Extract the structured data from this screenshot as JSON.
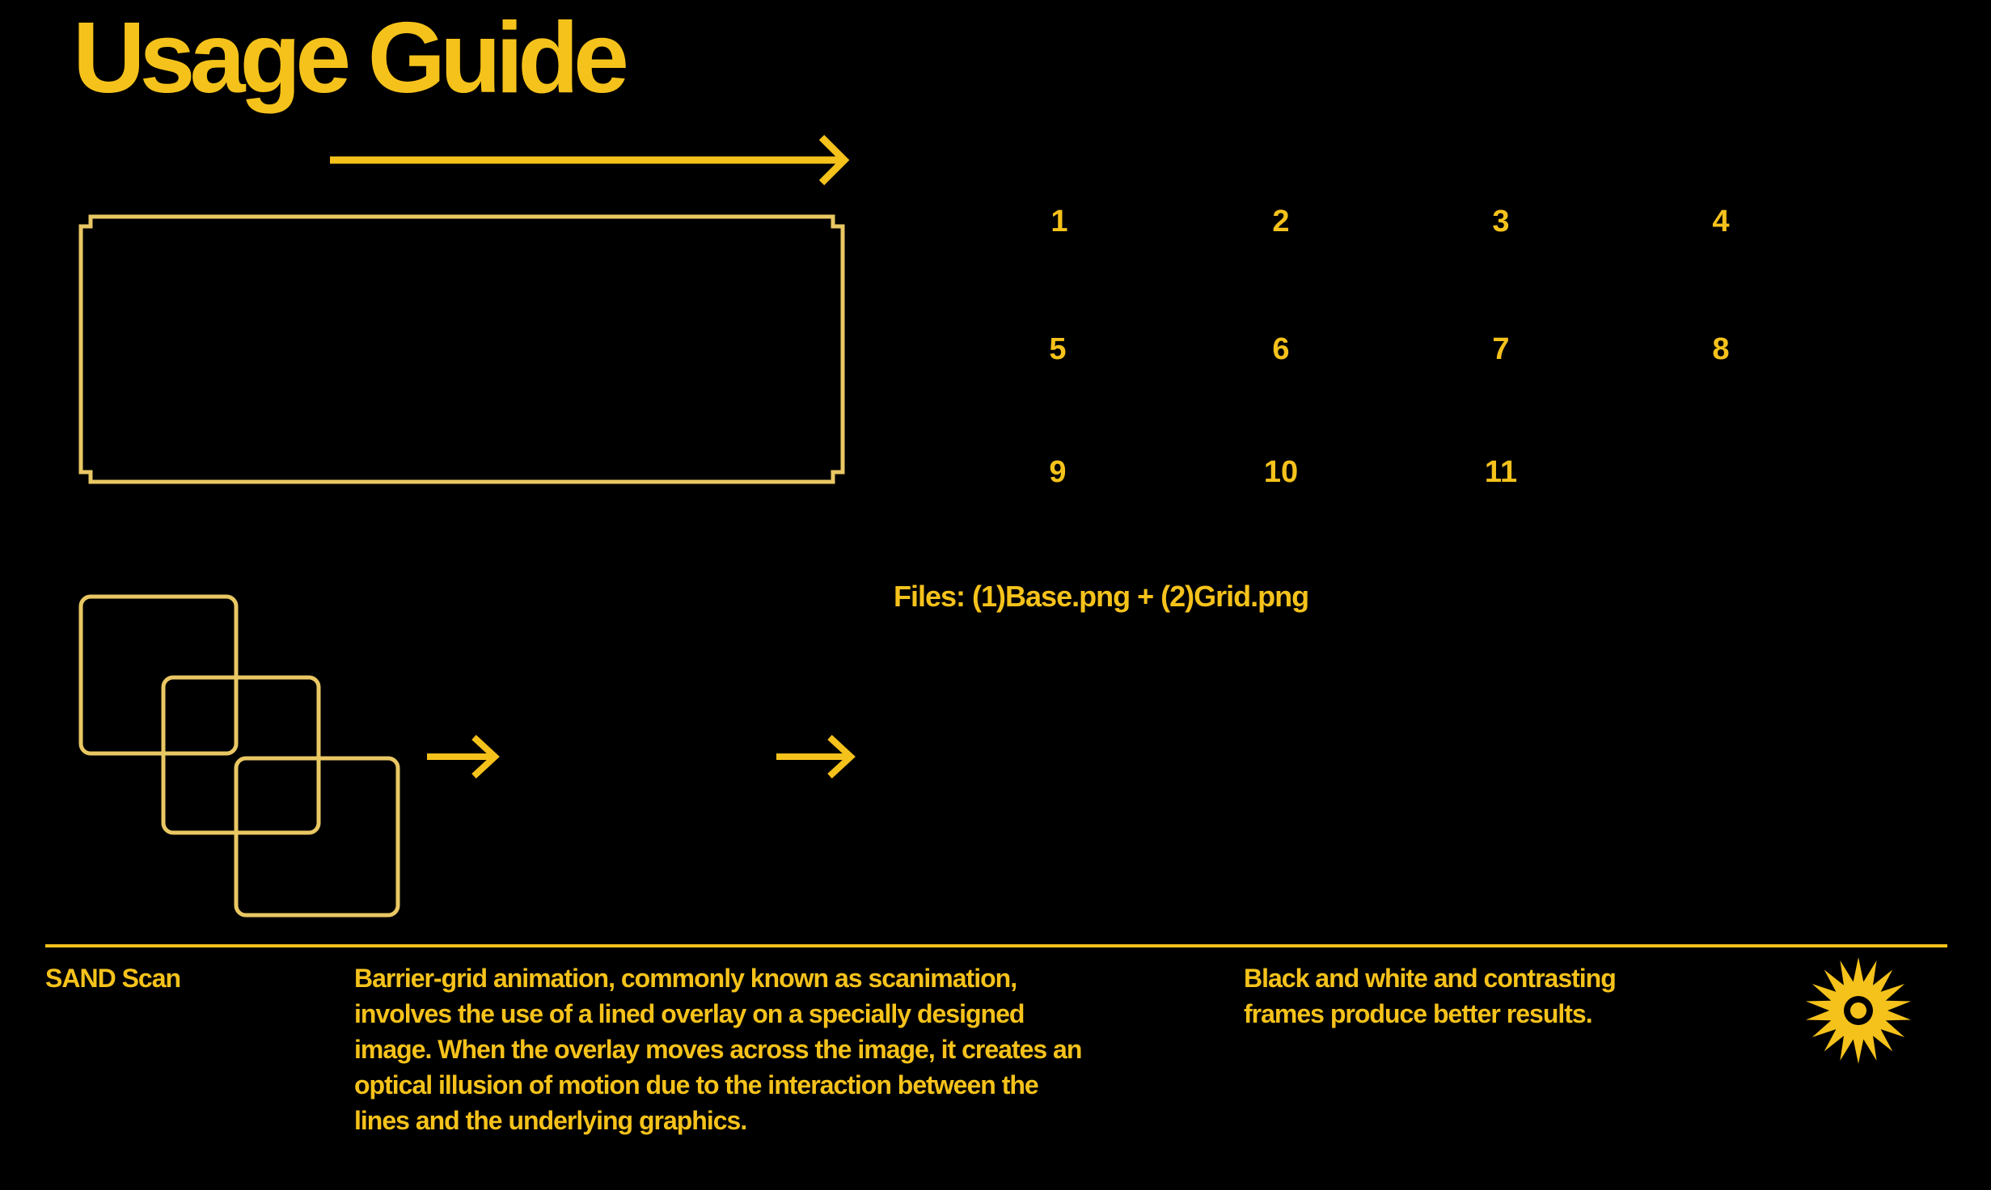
{
  "page": {
    "title": "Usage Guide",
    "accent_color": "#F5C21B",
    "background_color": "#000000"
  },
  "frames": {
    "numbers": [
      "1",
      "2",
      "3",
      "4",
      "5",
      "6",
      "7",
      "8",
      "9",
      "10",
      "11"
    ]
  },
  "files": {
    "text": "Files: (1)Base.png + (2)Grid.png"
  },
  "footer": {
    "brand": "SAND Scan",
    "description": "Barrier-grid animation, commonly known as scanimation, involves the use of a lined overlay on a specially designed image. When the overlay moves across the image, it creates an optical illusion of motion due to the interaction between the lines and the underlying graphics.",
    "tip": "Black and white and contrasting frames produce better results.",
    "logo_icon": "starburst-logo-icon"
  }
}
